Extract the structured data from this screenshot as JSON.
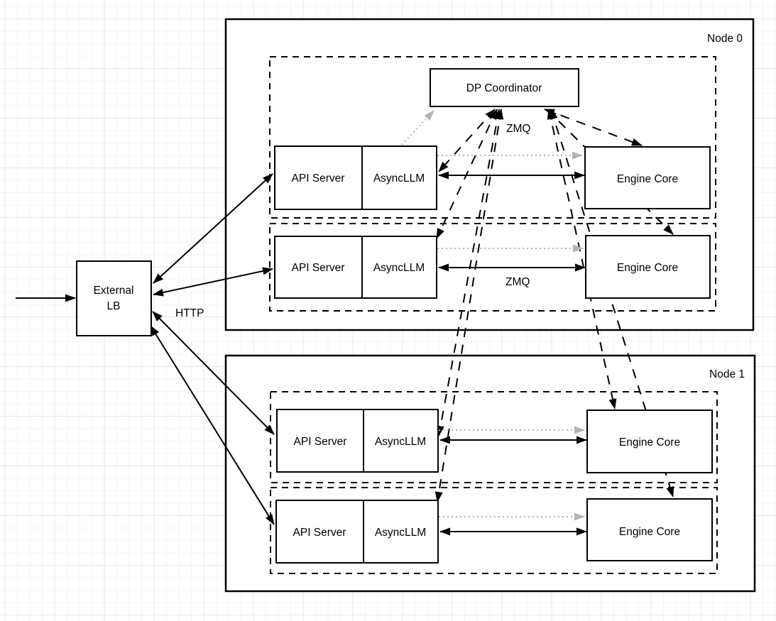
{
  "colors": {
    "black": "#000000",
    "gray": "#b3b3b3"
  },
  "external_lb": {
    "line1": "External",
    "line2": "LB"
  },
  "dp_coordinator": {
    "label": "DP Coordinator"
  },
  "edge_labels": {
    "http": "HTTP",
    "zmq_coordinator": "ZMQ",
    "zmq_row2": "ZMQ"
  },
  "node0": {
    "label": "Node 0",
    "row1": {
      "api_server": "API Server",
      "asyncllm": "AsyncLLM",
      "engine_core": "Engine Core"
    },
    "row2": {
      "api_server": "API Server",
      "asyncllm": "AsyncLLM",
      "engine_core": "Engine Core"
    }
  },
  "node1": {
    "label": "Node 1",
    "row1": {
      "api_server": "API Server",
      "asyncllm": "AsyncLLM",
      "engine_core": "Engine Core"
    },
    "row2": {
      "api_server": "API Server",
      "asyncllm": "AsyncLLM",
      "engine_core": "Engine Core"
    }
  }
}
